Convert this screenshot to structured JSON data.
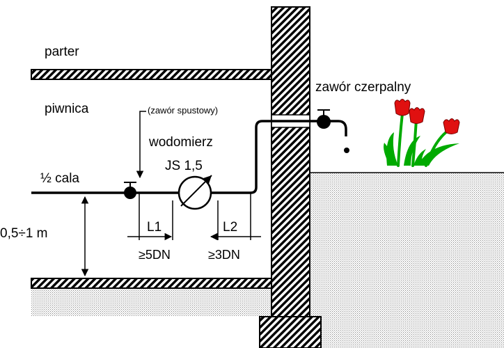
{
  "labels": {
    "floor_ground": "parter",
    "basement": "piwnica",
    "drain_valve": "(zawór spustowy)",
    "water_meter": "wodomierz",
    "meter_type": "JS 1,5",
    "pipe_size": "½ cala",
    "height": "0,5÷1 m",
    "l1": "L1",
    "l2": "L2",
    "l1_min": "≥5DN",
    "l2_min": "≥3DN",
    "garden_valve": "zawór czerpalny"
  },
  "colors": {
    "line": "#000000",
    "ground_dots": "#8a8a8a",
    "tulip_red": "#e01010",
    "tulip_leaf": "#00aa00"
  },
  "icons": [
    "arrow-down-icon",
    "tulips-icon",
    "meter-icon"
  ]
}
